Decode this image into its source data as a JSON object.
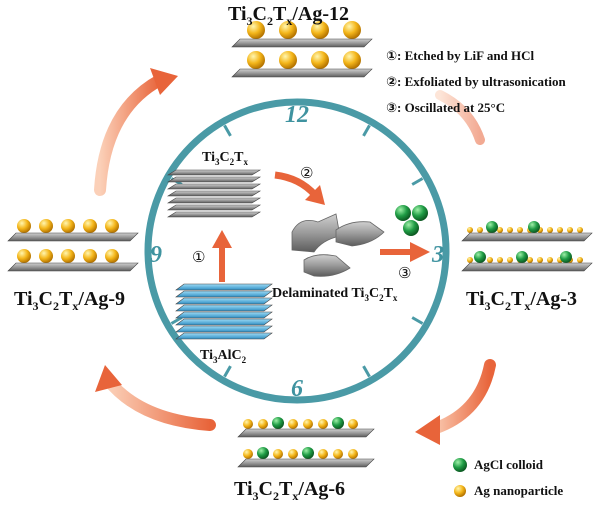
{
  "steps": [
    {
      "marker": "①",
      "text": "Etched by LiF and HCl"
    },
    {
      "marker": "②",
      "text": "Exfoliated by ultrasonication"
    },
    {
      "marker": "③",
      "text": "Oscillated at 25°C"
    }
  ],
  "clock": {
    "n12": "12",
    "n3": "3",
    "n6": "6",
    "n9": "9"
  },
  "samples": {
    "ag12": {
      "prefix": "Ti",
      "s1": "3",
      "c": "C",
      "s2": "2",
      "t": "T",
      "s3": "x",
      "suffix": "/Ag-12"
    },
    "ag3": {
      "prefix": "Ti",
      "s1": "3",
      "c": "C",
      "s2": "2",
      "t": "T",
      "s3": "x",
      "suffix": "/Ag-3"
    },
    "ag6": {
      "prefix": "Ti",
      "s1": "3",
      "c": "C",
      "s2": "2",
      "t": "T",
      "s3": "x",
      "suffix": "/Ag-6"
    },
    "ag9": {
      "prefix": "Ti",
      "s1": "3",
      "c": "C",
      "s2": "2",
      "t": "T",
      "s3": "x",
      "suffix": "/Ag-9"
    }
  },
  "inner": {
    "mxene": {
      "a": "Ti",
      "s1": "3",
      "b": "C",
      "s2": "2",
      "c": "T",
      "s3": "x"
    },
    "max": {
      "a": "Ti",
      "s1": "3",
      "b": "AlC",
      "s2": "2"
    },
    "delam": {
      "word": "Delaminated ",
      "a": "Ti",
      "s1": "3",
      "b": "C",
      "s2": "2",
      "c": "T",
      "s3": "x"
    },
    "m1": "①",
    "m2": "②",
    "m3": "③"
  },
  "legend": {
    "agcl": "AgCl colloid",
    "ag": "Ag nanoparticle"
  },
  "colors": {
    "clock": "#4a9aa6",
    "arrow": "#e8643a",
    "gold": "#f4b61a",
    "green": "#1f9c45",
    "sheet": "#8c8c8c",
    "max_blue": "#4fb3e0"
  }
}
